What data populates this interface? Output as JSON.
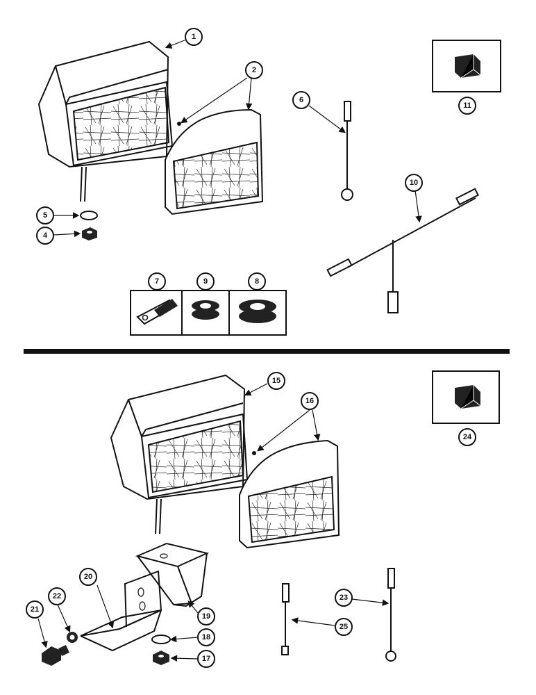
{
  "callouts": [
    {
      "id": "c1",
      "label": "1"
    },
    {
      "id": "c2",
      "label": "2"
    },
    {
      "id": "c4",
      "label": "4"
    },
    {
      "id": "c5",
      "label": "5"
    },
    {
      "id": "c6",
      "label": "6"
    },
    {
      "id": "c7",
      "label": "7"
    },
    {
      "id": "c8",
      "label": "8"
    },
    {
      "id": "c9",
      "label": "9"
    },
    {
      "id": "c10",
      "label": "10"
    },
    {
      "id": "c11",
      "label": "11"
    },
    {
      "id": "c15",
      "label": "15"
    },
    {
      "id": "c16",
      "label": "16"
    },
    {
      "id": "c17",
      "label": "17"
    },
    {
      "id": "c18",
      "label": "18"
    },
    {
      "id": "c19",
      "label": "19"
    },
    {
      "id": "c20",
      "label": "20"
    },
    {
      "id": "c21",
      "label": "21"
    },
    {
      "id": "c22",
      "label": "22"
    },
    {
      "id": "c23",
      "label": "23"
    },
    {
      "id": "c24",
      "label": "24"
    },
    {
      "id": "c25",
      "label": "25"
    }
  ]
}
